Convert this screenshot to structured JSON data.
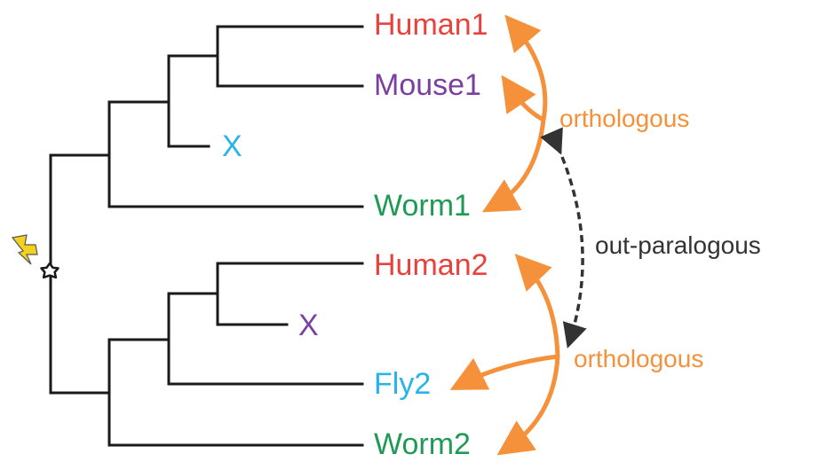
{
  "colors": {
    "human": "#e8423c",
    "mouse": "#7b3fa0",
    "worm": "#1f9a55",
    "fly": "#27b4e8",
    "arrow_orange": "#f5913a",
    "branch": "#1a1a1a",
    "event": "#f2d21e",
    "paralog_arrow": "#333333"
  },
  "taxa": {
    "human1": "Human1",
    "mouse1": "Mouse1",
    "lost_top": "X",
    "worm1": "Worm1",
    "human2": "Human2",
    "lost_bottom": "X",
    "fly2": "Fly2",
    "worm2": "Worm2"
  },
  "relations": {
    "orthologous_top": "orthologous",
    "out_paralogous": "out-paralogous",
    "orthologous_bottom": "orthologous"
  },
  "icons": {
    "duplication_event": "lightning-bolt-icon",
    "duplication_node": "star-icon"
  }
}
